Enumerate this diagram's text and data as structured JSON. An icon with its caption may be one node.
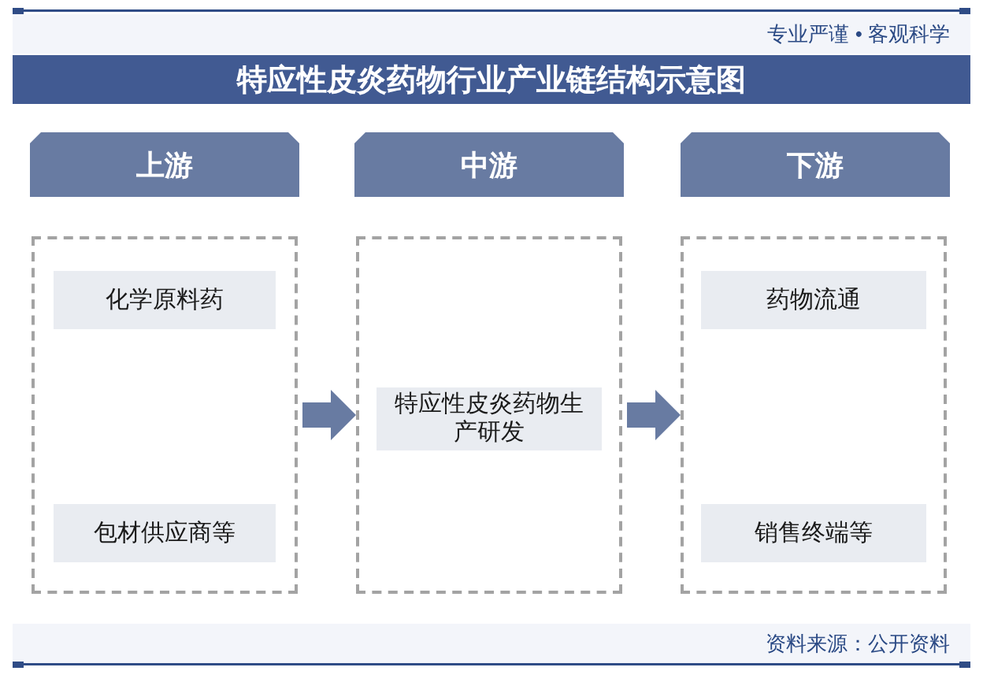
{
  "diagram": {
    "title": "特应性皮炎药物行业产业链结构示意图",
    "nodes": [
      {
        "text": [
          "上游"
        ]
      },
      {
        "text": [
          "中游"
        ]
      },
      {
        "text": [
          "下游"
        ]
      },
      {
        "text": [],
        "shape": "box"
      },
      {
        "text": [
          "化学原料药"
        ],
        "in": 3
      },
      {
        "text": [
          "包材供应商等"
        ],
        "in": 3
      },
      {
        "text": [],
        "shape": "box"
      },
      {
        "text": [
          "特应性皮炎药物生产研发"
        ],
        "in": 6
      },
      {
        "text": [],
        "shape": "box"
      },
      {
        "text": [
          "药物流通"
        ],
        "in": 8
      },
      {
        "text": [
          "销售终端等"
        ],
        "in": 8
      }
    ],
    "edges": [
      {
        "from": 3,
        "to": 6,
        "arrow": "to"
      },
      {
        "from": 6,
        "to": 8,
        "arrow": "to"
      }
    ],
    "labels": [
      "专业严谨 • 客观科学",
      "资料来源：公开资料"
    ]
  }
}
